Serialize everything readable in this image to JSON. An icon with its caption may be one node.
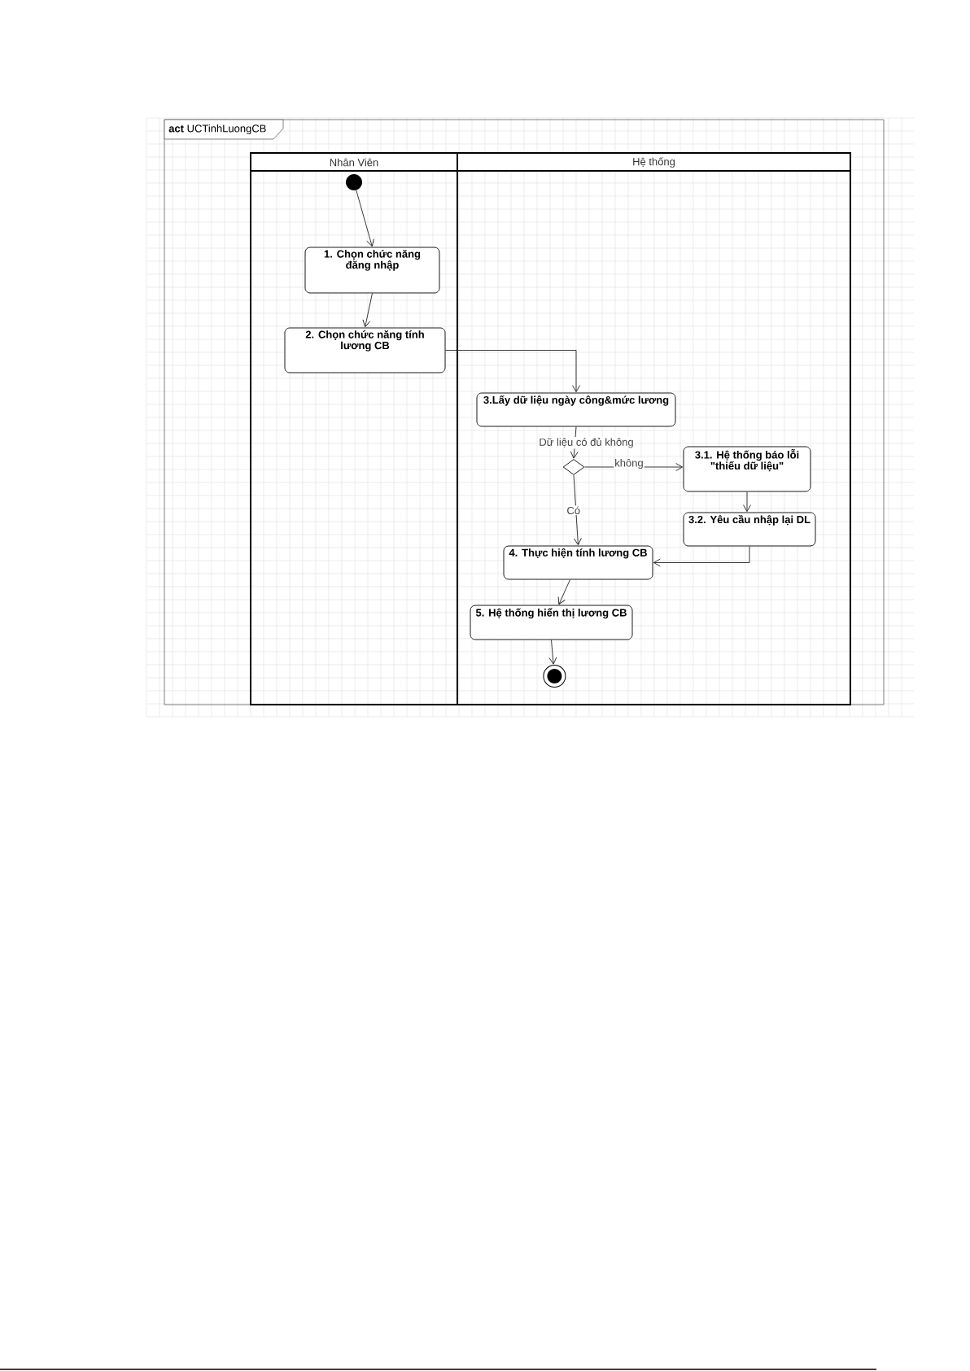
{
  "diagram": {
    "nodes": [
      {
        "text": [
          "**act** UCTinhLuongCB"
        ]
      },
      {
        "text": [
          "Nhân Viên"
        ],
        "in": 0
      },
      {
        "text": [
          "Hệ thống"
        ],
        "in": 0
      },
      {
        "text": [],
        "shape": "circle",
        "in": 1
      },
      {
        "text": [
          "1. Chọn chức năng đăng nhập"
        ],
        "in": 1
      },
      {
        "text": [
          "2. Chọn chức năng tính lương CB"
        ],
        "in": 1
      },
      {
        "text": [
          "3.Lấy dữ liệu ngày công&mức lương"
        ],
        "in": 2
      },
      {
        "text": [],
        "shape": "diamond",
        "in": 2
      },
      {
        "text": [
          "3.1. Hệ thống báo lỗi \"thiếu dữ liệu\""
        ],
        "in": 2
      },
      {
        "text": [
          "3.2. Yêu cầu nhập lại DL"
        ],
        "in": 2
      },
      {
        "text": [
          "4. Thực hiện tính lương CB"
        ],
        "in": 2
      },
      {
        "text": [
          "5. Hệ thống hiển thị lương CB"
        ],
        "in": 2
      },
      {
        "text": [],
        "shape": "circle",
        "in": 2
      }
    ],
    "edges": [
      {
        "from": 3,
        "to": 4,
        "arrow": "to"
      },
      {
        "from": 4,
        "to": 5,
        "arrow": "to"
      },
      {
        "from": 5,
        "to": 6,
        "arrow": "to"
      },
      {
        "from": 6,
        "to": 7,
        "arrow": "to",
        "label": "Dữ liệu có đủ không"
      },
      {
        "from": 7,
        "to": 8,
        "arrow": "to",
        "label": "không"
      },
      {
        "from": 7,
        "to": 10,
        "arrow": "to",
        "label": "Có"
      },
      {
        "from": 8,
        "to": 9,
        "arrow": "to"
      },
      {
        "from": 9,
        "to": 10,
        "arrow": "to"
      },
      {
        "from": 10,
        "to": 11,
        "arrow": "to"
      },
      {
        "from": 11,
        "to": 12,
        "arrow": "to"
      }
    ]
  }
}
